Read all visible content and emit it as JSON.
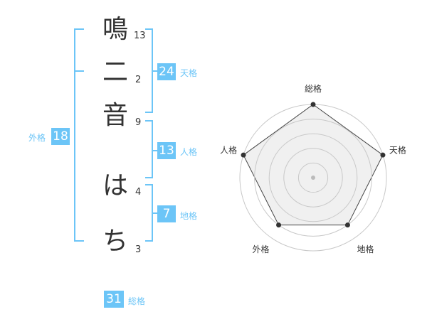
{
  "name": {
    "chars": [
      {
        "char": "鳴",
        "strokes": "13"
      },
      {
        "char": "二",
        "strokes": "2"
      },
      {
        "char": "音",
        "strokes": "9"
      },
      {
        "char": "は",
        "strokes": "4"
      },
      {
        "char": "ち",
        "strokes": "3"
      }
    ]
  },
  "fortune": {
    "tenkaku": {
      "value": "24",
      "label": "天格"
    },
    "jinkaku": {
      "value": "13",
      "label": "人格"
    },
    "chikaku": {
      "value": "7",
      "label": "地格"
    },
    "gaikaku": {
      "value": "18",
      "label": "外格"
    },
    "soukaku": {
      "value": "31",
      "label": "総格"
    }
  },
  "chart_data": {
    "type": "radar",
    "axes": [
      "総格",
      "天格",
      "地格",
      "外格",
      "人格"
    ],
    "values": [
      5,
      5,
      4,
      4,
      5
    ],
    "max": 5,
    "rings": 4
  },
  "colors": {
    "accent": "#6cc5f7",
    "text": "#333333",
    "ring": "#c8c8c8",
    "fill": "#f0f0f0"
  }
}
